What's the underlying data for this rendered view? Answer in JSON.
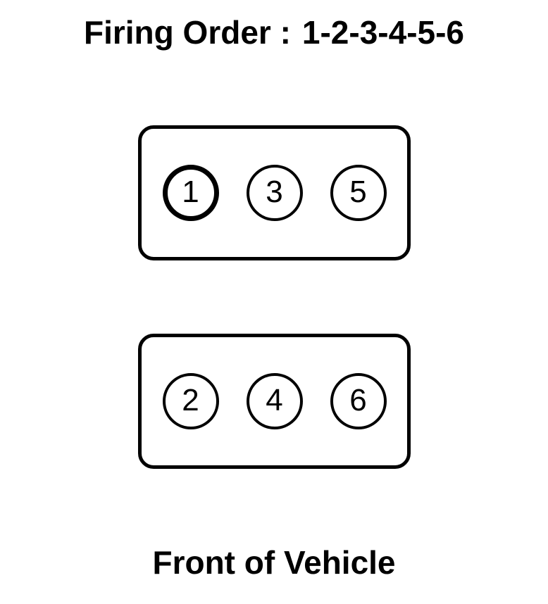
{
  "title": {
    "label": "Firing Order :",
    "sequence": "1-2-3-4-5-6"
  },
  "diagram": {
    "banks": [
      {
        "name": "top-bank",
        "cylinders": [
          {
            "number": "1",
            "emphasized": true
          },
          {
            "number": "3",
            "emphasized": false
          },
          {
            "number": "5",
            "emphasized": false
          }
        ]
      },
      {
        "name": "bottom-bank",
        "cylinders": [
          {
            "number": "2",
            "emphasized": false
          },
          {
            "number": "4",
            "emphasized": false
          },
          {
            "number": "6",
            "emphasized": false
          }
        ]
      }
    ]
  },
  "footer": {
    "label": "Front of Vehicle"
  },
  "colors": {
    "line": "#000000",
    "background": "#ffffff"
  }
}
